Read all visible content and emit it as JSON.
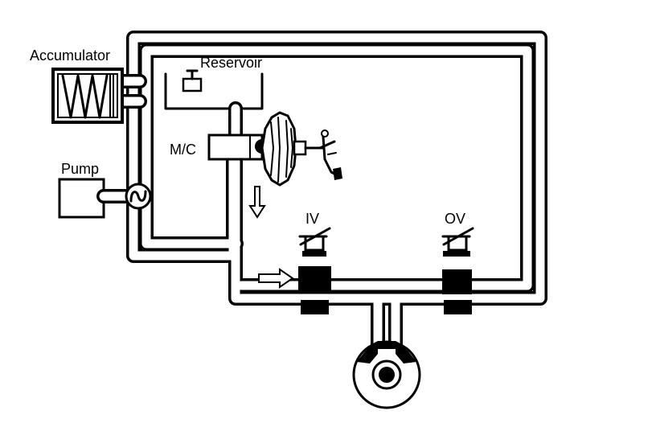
{
  "labels": {
    "accumulator": "Accumulator",
    "reservoir": "Reservoir",
    "mc": "M/C",
    "pump": "Pump",
    "iv": "IV",
    "ov": "OV"
  }
}
